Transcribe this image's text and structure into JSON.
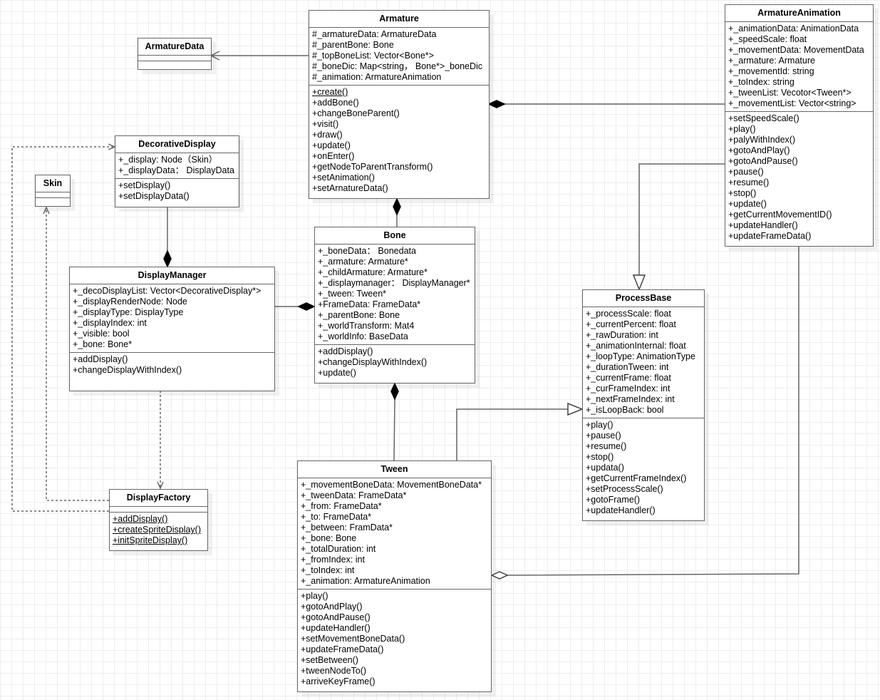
{
  "classes": {
    "armature": {
      "name": "Armature",
      "attributes": [
        "#_armatureData: ArmatureData",
        "#_parentBone: Bone",
        "#_topBoneList: Vector<Bone*>",
        "#_boneDic: Map<string， Bone*>_boneDic",
        "#_animation: ArmatureAnimation"
      ],
      "operations": [
        "+create()",
        "+addBone()",
        "+changeBoneParent()",
        "+visit()",
        "+draw()",
        "+update()",
        "+onEnter()",
        "+getNodeToParentTransform()",
        "+setAnimation()",
        "+setArnatureData()"
      ],
      "static_operations": [
        "+create()"
      ]
    },
    "armature_data": {
      "name": "ArmatureData",
      "attributes": [],
      "operations": []
    },
    "armature_animation": {
      "name": "ArmatureAnimation",
      "attributes": [
        "+_animationData: AnimationData",
        "+_speedScale: float",
        "+_movementData: MovementData",
        "+_armature: Armature",
        "+_movementId: string",
        "+_toIndex: string",
        "+_tweenList: Vecotor<Tween*>",
        "+_movementList: Vector<string>"
      ],
      "operations": [
        "+setSpeedScale()",
        "+play()",
        "+palyWithIndex()",
        "+gotoAndPlay()",
        "+gotoAndPause()",
        "+pause()",
        "+resume()",
        "+stop()",
        "+update()",
        "+getCurrentMovementID()",
        "+updateHandler()",
        "+updateFrameData()"
      ]
    },
    "decorative_display": {
      "name": "DecorativeDisplay",
      "attributes": [
        "+_display: Node（Skin）",
        "+_displayData： DisplayData"
      ],
      "operations": [
        "+setDisplay()",
        "+setDisplayData()"
      ]
    },
    "skin": {
      "name": "Skin",
      "attributes": [],
      "operations": []
    },
    "display_manager": {
      "name": "DisplayManager",
      "attributes": [
        "+_decoDisplayList: Vector<DecorativeDisplay*>",
        "+_displayRenderNode: Node",
        "+_displayType: DisplayType",
        "+_displayIndex: int",
        "+_visible: bool",
        "+_bone: Bone*"
      ],
      "operations": [
        "+addDisplay()",
        "+changeDisplayWithIndex()"
      ]
    },
    "bone": {
      "name": "Bone",
      "attributes": [
        "+_boneData： Bonedata",
        "+_armature: Armature*",
        "+_childArmature: Armature*",
        "+_displaymanager： DisplayManager*",
        "+_tween: Tween*",
        "+FrameData: FrameData*",
        "+_parentBone: Bone",
        "+_worldTransform: Mat4",
        "+_worldInfo: BaseData"
      ],
      "operations": [
        "+addDisplay()",
        "+changeDisplayWithIndex()",
        "+update()"
      ]
    },
    "process_base": {
      "name": "ProcessBase",
      "attributes": [
        "+_processScale: float",
        "+_currentPercent: float",
        "+_rawDuration: int",
        "+_animationInternal: float",
        "+_loopType: AnimationType",
        "+_durationTween: int",
        "+_currentFrame: float",
        "+_curFrameIndex: int",
        "+_nextFrameIndex: int",
        "+_isLoopBack: bool"
      ],
      "operations": [
        "+play()",
        "+pause()",
        "+resume()",
        "+stop()",
        "+updata()",
        "+getCurrentFrameIndex()",
        "+setProcessScale()",
        "+gotoFrame()",
        "+updateHandler()"
      ]
    },
    "tween": {
      "name": "Tween",
      "attributes": [
        "+_movementBoneData: MovementBoneData*",
        "+_tweenData: FrameData*",
        "+_from: FrameData*",
        "+_to: FrameData*",
        "+_between: FramData*",
        "+_bone: Bone",
        "+_totalDuration: int",
        "+_fromIndex: int",
        "+_toIndex: int",
        "+_animation: ArmatureAnimation"
      ],
      "operations": [
        "+play()",
        "+gotoAndPlay()",
        "+gotoAndPause()",
        "+updateHandler()",
        "+setMovementBoneData()",
        "+updateFrameData()",
        "+setBetween()",
        "+tweenNodeTo()",
        "+arriveKeyFrame()"
      ]
    },
    "display_factory": {
      "name": "DisplayFactory",
      "attributes": [],
      "operations": [
        "+addDisplay()",
        "+createSpriteDisplay()",
        "+initSpriteDisplay()"
      ],
      "static_operations": [
        "+addDisplay()",
        "+createSpriteDisplay()",
        "+initSpriteDisplay()"
      ]
    }
  },
  "relationships": [
    {
      "from": "Armature",
      "to": "ArmatureData",
      "type": "association"
    },
    {
      "from": "Armature",
      "to": "ArmatureAnimation",
      "type": "composition"
    },
    {
      "from": "Armature",
      "to": "Bone",
      "type": "composition"
    },
    {
      "from": "DisplayManager",
      "to": "DecorativeDisplay",
      "type": "composition"
    },
    {
      "from": "Bone",
      "to": "DisplayManager",
      "type": "composition"
    },
    {
      "from": "Bone",
      "to": "Tween",
      "type": "composition"
    },
    {
      "from": "ArmatureAnimation",
      "to": "ProcessBase",
      "type": "generalization"
    },
    {
      "from": "Tween",
      "to": "ProcessBase",
      "type": "generalization"
    },
    {
      "from": "Tween",
      "to": "ArmatureAnimation",
      "type": "aggregation"
    },
    {
      "from": "DisplayManager",
      "to": "DisplayFactory",
      "type": "dependency"
    },
    {
      "from": "DisplayFactory",
      "to": "Skin",
      "type": "dependency"
    },
    {
      "from": "DisplayFactory",
      "to": "DecorativeDisplay",
      "type": "dependency"
    }
  ],
  "colors": {
    "line": "#666666",
    "grid": "#eeeeee",
    "background": "#ffffff"
  }
}
